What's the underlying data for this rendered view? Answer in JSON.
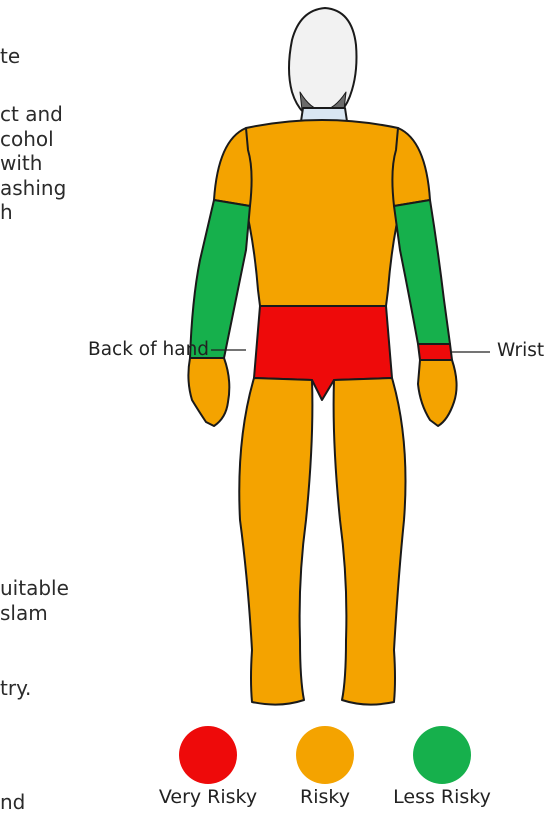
{
  "left_text": {
    "line_1": "te",
    "paragraph_1": [
      "ct and",
      "cohol",
      "with",
      "ashing",
      "h"
    ],
    "paragraph_2": [
      "uitable",
      "slam"
    ],
    "paragraph_3": [
      "try."
    ],
    "paragraph_4": [
      "nd"
    ]
  },
  "figure": {
    "colors": {
      "very_risky": "#ee0a0a",
      "risky": "#f4a300",
      "less_risky": "#16b04c"
    },
    "callouts": {
      "back_of_hand": "Back of hand",
      "wrist": "Wrist"
    }
  },
  "legend": [
    {
      "label": "Very Risky",
      "color": "#ee0a0a"
    },
    {
      "label": "Risky",
      "color": "#f4a300"
    },
    {
      "label": "Less Risky",
      "color": "#16b04c"
    }
  ]
}
